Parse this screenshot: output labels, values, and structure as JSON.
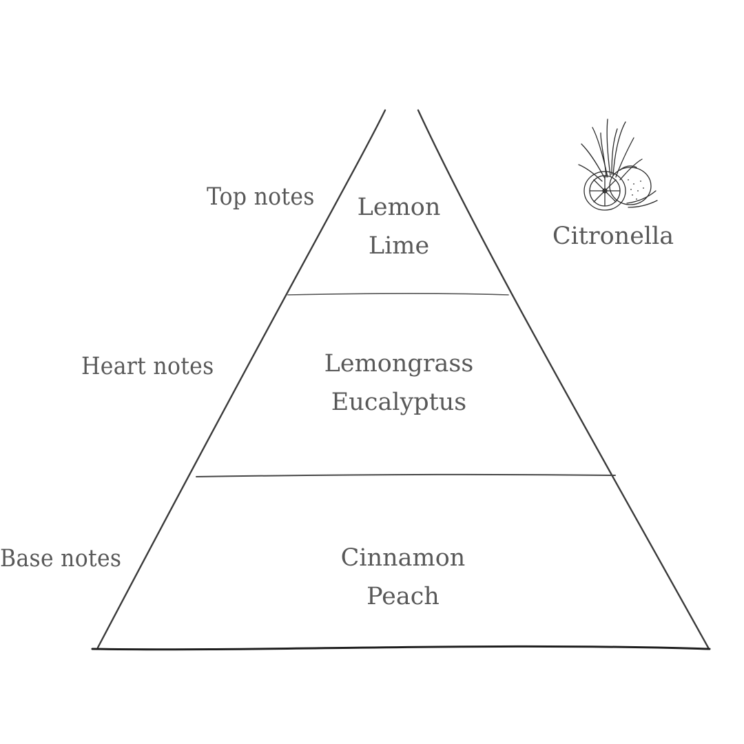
{
  "tiers": [
    {
      "label": "Top notes",
      "notes": [
        "Lemon",
        "Lime"
      ]
    },
    {
      "label": "Heart notes",
      "notes": [
        "Lemongrass",
        "Eucalyptus"
      ]
    },
    {
      "label": "Base notes",
      "notes": [
        "Cinnamon",
        "Peach"
      ]
    }
  ],
  "product": {
    "name": "Citronella",
    "icon": "citrus-sketch-icon"
  },
  "colors": {
    "text": "#585858",
    "line": "#3a3a3a"
  }
}
